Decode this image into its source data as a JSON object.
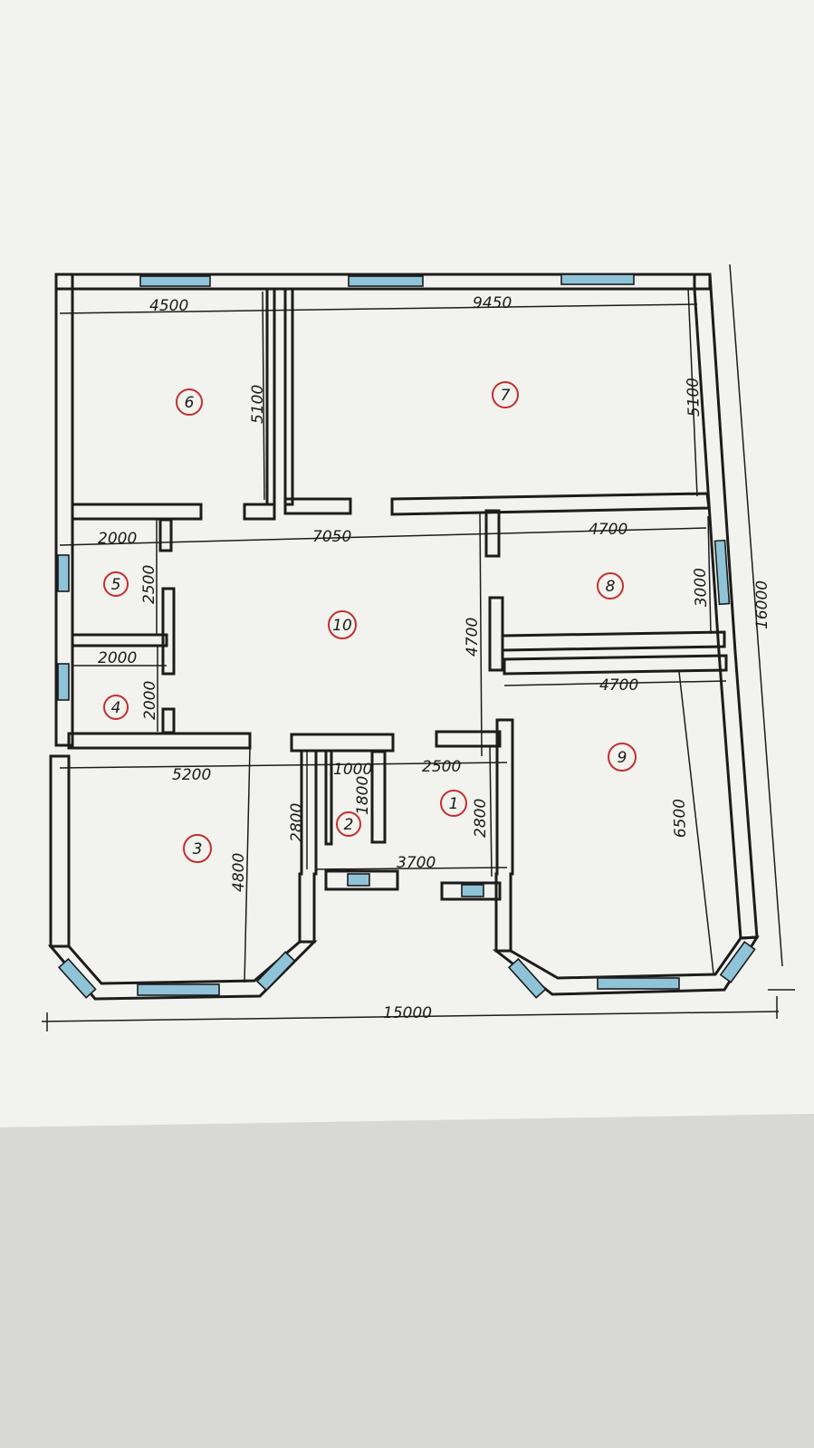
{
  "dimensions": {
    "d4500": "4500",
    "d9450": "9450",
    "d5100_left": "5100",
    "d5100_right": "5100",
    "d2000_top": "2000",
    "d7050": "7050",
    "d4700_top": "4700",
    "d2500_left": "2500",
    "d3000": "3000",
    "d4700_vert": "4700",
    "d16000": "16000",
    "d2000_mid": "2000",
    "d2000_vert": "2000",
    "d4700_mid": "4700",
    "d5200": "5200",
    "d1000": "1000",
    "d2500_mid": "2500",
    "d1800": "1800",
    "d2800_left": "2800",
    "d2800_right": "2800",
    "d4800": "4800",
    "d3700": "3700",
    "d6500": "6500",
    "d15000": "15000"
  },
  "rooms": [
    "1",
    "2",
    "3",
    "4",
    "5",
    "6",
    "7",
    "8",
    "9",
    "10"
  ],
  "colors": {
    "paper": "#f2f2ee",
    "wall": "#1c1c1c",
    "window": "#8fc4d8",
    "room_circle": "#c03030"
  }
}
